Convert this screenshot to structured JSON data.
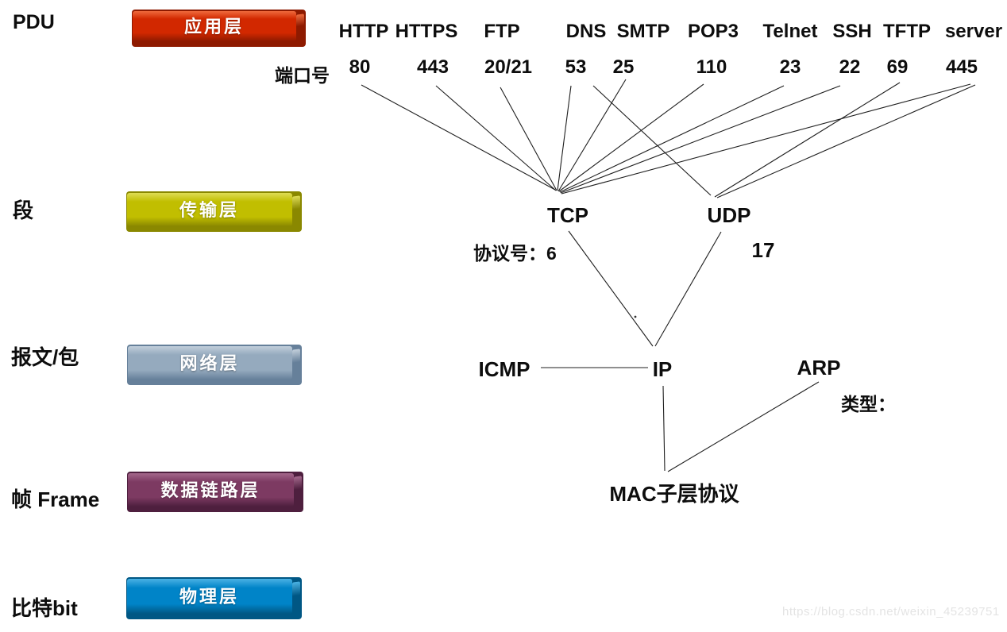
{
  "pdu_column": {
    "heading": "PDU",
    "segment": "段",
    "packet": "报文/包",
    "frame": "帧 Frame",
    "bit": "比特bit"
  },
  "layers": [
    {
      "label": "应用层",
      "color": "#d22800"
    },
    {
      "label": "传输层",
      "color": "#c1be00"
    },
    {
      "label": "网络层",
      "color": "#95aabe"
    },
    {
      "label": "数据链路层",
      "color": "#7d3a62"
    },
    {
      "label": "物理层",
      "color": "#0084c8"
    }
  ],
  "port_row_label": "端口号",
  "application_protocols": [
    {
      "name": "HTTP",
      "port": "80",
      "transport": [
        "TCP"
      ]
    },
    {
      "name": "HTTPS",
      "port": "443",
      "transport": [
        "TCP"
      ]
    },
    {
      "name": "FTP",
      "port": "20/21",
      "transport": [
        "TCP"
      ]
    },
    {
      "name": "DNS",
      "port": "53",
      "transport": [
        "TCP",
        "UDP"
      ]
    },
    {
      "name": "SMTP",
      "port": "25",
      "transport": [
        "TCP"
      ]
    },
    {
      "name": "POP3",
      "port": "110",
      "transport": [
        "TCP"
      ]
    },
    {
      "name": "Telnet",
      "port": "23",
      "transport": [
        "TCP"
      ]
    },
    {
      "name": "SSH",
      "port": "22",
      "transport": [
        "TCP"
      ]
    },
    {
      "name": "TFTP",
      "port": "69",
      "transport": [
        "UDP"
      ]
    },
    {
      "name": "server",
      "port": "445",
      "transport": [
        "TCP",
        "UDP"
      ]
    }
  ],
  "transport_layer": {
    "tcp_label": "TCP",
    "tcp_protocol_number": "协议号：6",
    "udp_label": "UDP",
    "udp_protocol_number": "17"
  },
  "network_layer": {
    "icmp": "ICMP",
    "ip": "IP",
    "arp": "ARP",
    "type_label": "类型："
  },
  "data_link_layer": {
    "mac": "MAC子层协议"
  },
  "watermark": "https://blog.csdn.net/weixin_45239751"
}
